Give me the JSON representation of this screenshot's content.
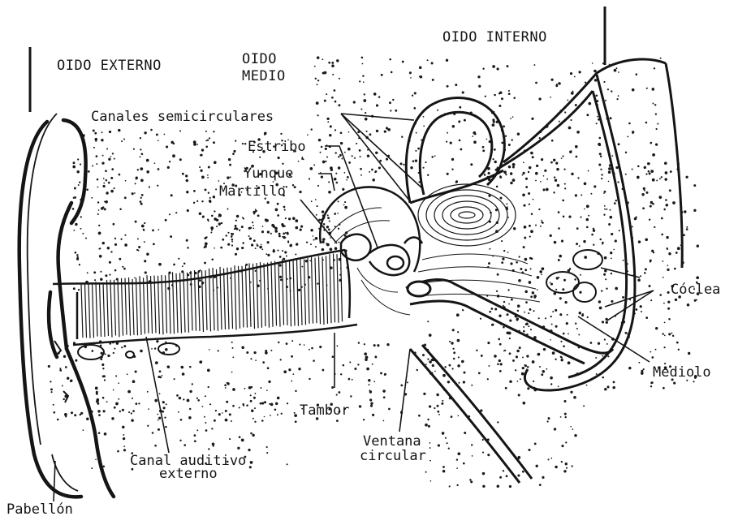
{
  "sections": {
    "external": "OIDO EXTERNO",
    "middle_line1": "OIDO",
    "middle_line2": "MEDIO",
    "internal": "OIDO INTERNO"
  },
  "labels": {
    "semicircular_canals": "Canales semicirculares",
    "stapes": "Estribo",
    "incus": "Yunque",
    "malleus": "Martillo",
    "cochlea": "Cóclea",
    "modiolus": "Mediolo",
    "eardrum": "Tambor",
    "round_window_line1": "Ventana",
    "round_window_line2": "circular",
    "ear_canal_line1": "Canal auditivo",
    "ear_canal_line2": "externo",
    "pinna": "Pabellón"
  }
}
